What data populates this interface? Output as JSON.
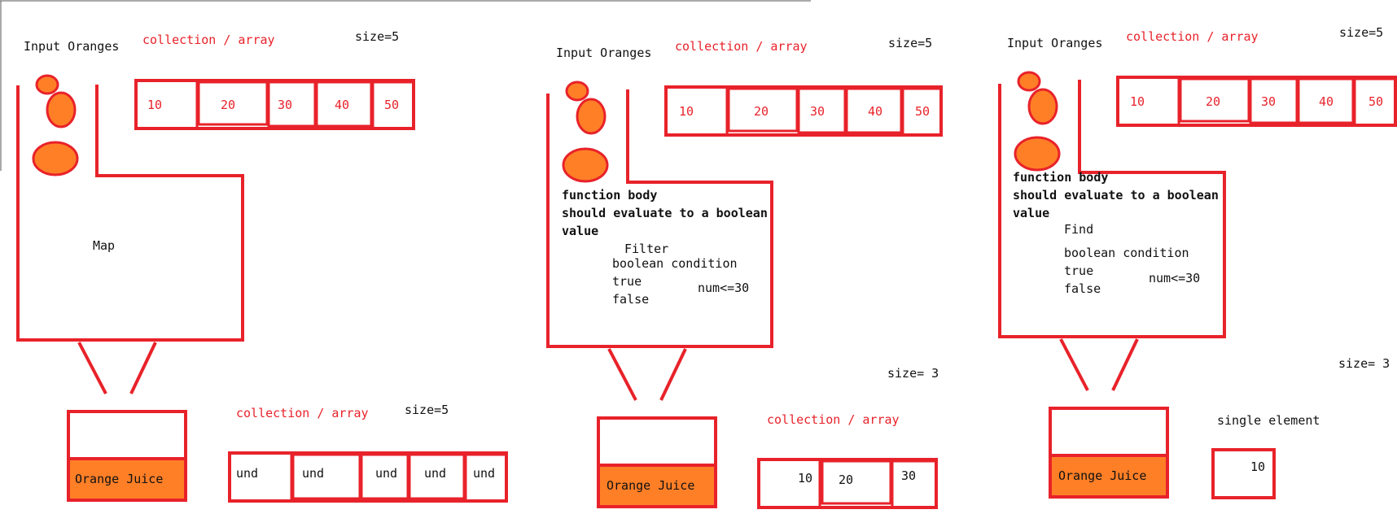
{
  "colors": {
    "stroke": "#e8222a",
    "orange": "#ff7f27",
    "text": "#111111",
    "accent_text": "#e8222a"
  },
  "map_panel": {
    "input_label": "Input Oranges",
    "collection_label": "collection / array",
    "input_size": "size=5",
    "input_values": [
      "10",
      "20",
      "30",
      "40",
      "50"
    ],
    "operation": "Map",
    "juice_label": "Orange Juice",
    "output_collection_label": "collection / array",
    "output_size": "size=5",
    "output_values": [
      "und",
      "und",
      "und",
      "und",
      "und"
    ]
  },
  "filter_panel": {
    "input_label": "Input Oranges",
    "collection_label": "collection / array",
    "input_size": "size=5",
    "input_values": [
      "10",
      "20",
      "30",
      "40",
      "50"
    ],
    "body_line1": "function body",
    "body_line2": "should evaluate to a boolean",
    "body_line3": "value",
    "operation": "Filter",
    "cond_line1": "boolean condition",
    "cond_line2": "true",
    "cond_line3": "false",
    "condition": "num<=30",
    "output_size": "size= 3",
    "juice_label": "Orange Juice",
    "output_collection_label": "collection / array",
    "output_values": [
      "10",
      "20",
      "30"
    ]
  },
  "find_panel": {
    "input_label": "Input Oranges",
    "collection_label": "collection / array",
    "input_size": "size=5",
    "input_values": [
      "10",
      "20",
      "30",
      "40",
      "50"
    ],
    "body_line1": "function body",
    "body_line2": "should evaluate to a boolean",
    "body_line3": "value",
    "operation": "Find",
    "cond_line1": "boolean condition",
    "cond_line2": "true",
    "cond_line3": "false",
    "condition": "num<=30",
    "output_size": "size= 3",
    "juice_label": "Orange Juice",
    "output_label": "single element",
    "output_value": "10"
  }
}
